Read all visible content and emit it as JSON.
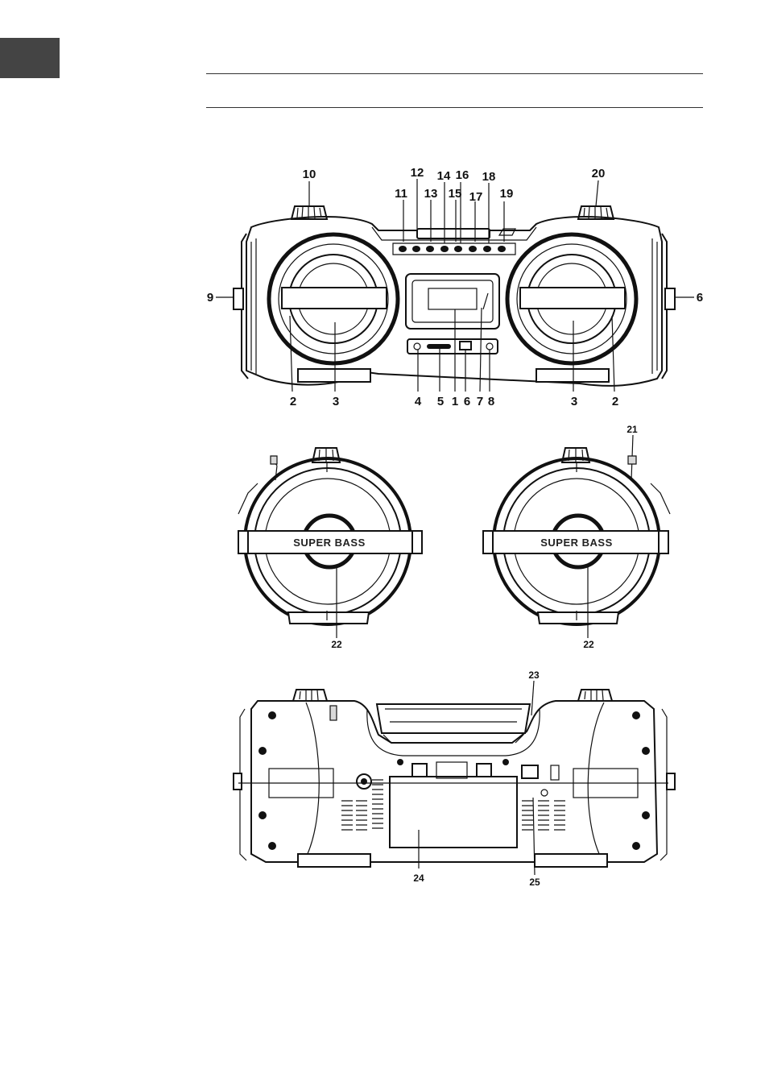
{
  "page": {
    "tab_color": "#444444",
    "header_rules": 2
  },
  "figure_front": {
    "callouts": [
      "10",
      "12",
      "14",
      "16",
      "18",
      "20",
      "11",
      "13",
      "15",
      "17",
      "19",
      "9",
      "9",
      "2",
      "3",
      "4",
      "5",
      "1",
      "6",
      "7",
      "8",
      "3",
      "2"
    ]
  },
  "figure_sides": {
    "emblem_text": "SUPER BASS",
    "callouts": [
      "21",
      "22",
      "22"
    ]
  },
  "figure_back": {
    "callouts": [
      "23",
      "24",
      "25"
    ]
  }
}
